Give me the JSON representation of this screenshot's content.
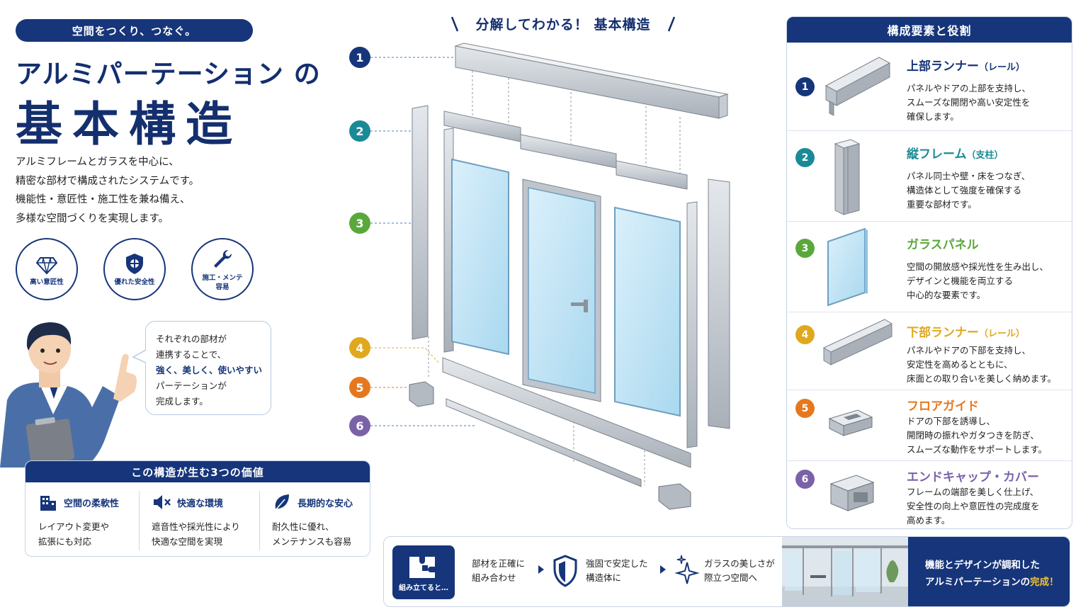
{
  "tagline": "空間をつくり、つなぐ。",
  "title": {
    "line1": "アルミパーテーション の",
    "line2": "基本構造"
  },
  "intro": [
    "アルミフレームとガラスを中心に、",
    "精密な部材で構成されたシステムです。",
    "機能性・意匠性・施工性を兼ね備え、",
    "多様な空間づくりを実現します。"
  ],
  "badges": [
    {
      "icon": "diamond-icon",
      "label": "高い意匠性"
    },
    {
      "icon": "shield-icon",
      "label": "優れた安全性"
    },
    {
      "icon": "wrench-icon",
      "label_line1": "施工・メンテ",
      "label_line2": "容易"
    }
  ],
  "speech": {
    "line1": "それぞれの部材が",
    "line2": "連携することで、",
    "highlight": "強く、美しく、使いやすい",
    "line4": "パーテーションが",
    "line5": "完成します。"
  },
  "values": {
    "heading": "この構造が生む3つの価値",
    "items": [
      {
        "icon": "building-icon",
        "title": "空間の柔軟性",
        "line1": "レイアウト変更や",
        "line2": "拡張にも対応"
      },
      {
        "icon": "speaker-mute-icon",
        "title": "快適な環境",
        "line1": "遮音性や採光性により",
        "line2": "快適な空間を実現"
      },
      {
        "icon": "leaf-icon",
        "title": "長期的な安心",
        "line1": "耐久性に優れ、",
        "line2": "メンテナンスも容易"
      }
    ]
  },
  "diagram": {
    "title": "分解してわかる！ 基本構造",
    "markers": [
      "1",
      "2",
      "3",
      "4",
      "5",
      "6"
    ]
  },
  "components": {
    "heading": "構成要素と役割",
    "items": [
      {
        "num": "1",
        "title": "上部ランナー",
        "sub": "（レール）",
        "line1": "パネルやドアの上部を支持し、",
        "line2": "スムーズな開閉や高い安定性を",
        "line3": "確保します。",
        "color": "#16357a"
      },
      {
        "num": "2",
        "title": "縦フレーム",
        "sub": "（支柱）",
        "line1": "パネル同士や壁・床をつなぎ、",
        "line2": "構造体として強度を確保する",
        "line3": "重要な部材です。",
        "color": "#1a8a96"
      },
      {
        "num": "3",
        "title": "ガラスパネル",
        "sub": "",
        "line1": "空間の開放感や採光性を生み出し、",
        "line2": "デザインと機能を両立する",
        "line3": "中心的な要素です。",
        "color": "#5aa83c"
      },
      {
        "num": "4",
        "title": "下部ランナー",
        "sub": "（レール）",
        "line1": "パネルやドアの下部を支持し、",
        "line2": "安定性を高めるとともに、",
        "line3": "床面との取り合いを美しく納めます。",
        "color": "#e0a81e"
      },
      {
        "num": "5",
        "title": "フロアガイド",
        "sub": "",
        "line1": "ドアの下部を誘導し、",
        "line2": "開閉時の振れやガタつきを防ぎ、",
        "line3": "スムーズな動作をサポートします。",
        "color": "#e5781e"
      },
      {
        "num": "6",
        "title": "エンドキャップ・カバー",
        "sub": "",
        "line1": "フレームの端部を美しく仕上げ、",
        "line2": "安全性の向上や意匠性の完成度を",
        "line3": "高めます。",
        "color": "#7a62a8"
      }
    ]
  },
  "flow": {
    "assemble": "組み立てると…",
    "step1": {
      "line1": "部材を正確に",
      "line2": "組み合わせ"
    },
    "step2": {
      "line1": "強固で安定した",
      "line2": "構造体に"
    },
    "step3": {
      "line1": "ガラスの美しさが",
      "line2": "際立つ空間へ"
    },
    "final_line1": "機能とデザインが調和した",
    "final_line2_prefix": "アルミパーテーションの",
    "final_em": "完成！"
  },
  "colors": {
    "navy": "#16357a",
    "teal": "#1a8a96",
    "green": "#5aa83c",
    "yellow": "#e0a81e",
    "orange": "#e5781e",
    "purple": "#7a62a8"
  }
}
